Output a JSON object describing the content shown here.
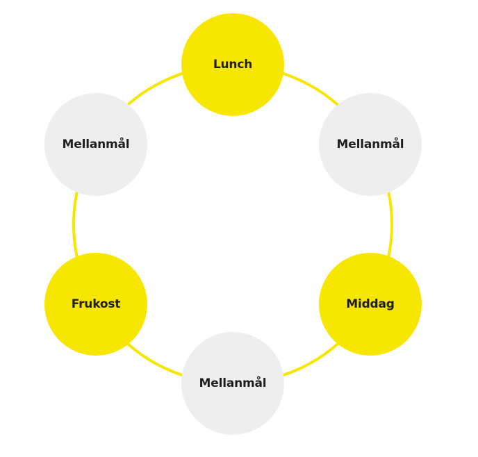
{
  "colors": {
    "main_meal": "#f7e600",
    "snack": "#eeeeee",
    "ring": "#f7e600",
    "text": "#1e1e1e"
  },
  "meals": [
    {
      "label": "Lunch",
      "kind": "main_meal"
    },
    {
      "label": "Mellanmål",
      "kind": "snack"
    },
    {
      "label": "Middag",
      "kind": "main_meal"
    },
    {
      "label": "Mellanmål",
      "kind": "snack"
    },
    {
      "label": "Frukost",
      "kind": "main_meal"
    },
    {
      "label": "Mellanmål",
      "kind": "snack"
    }
  ]
}
